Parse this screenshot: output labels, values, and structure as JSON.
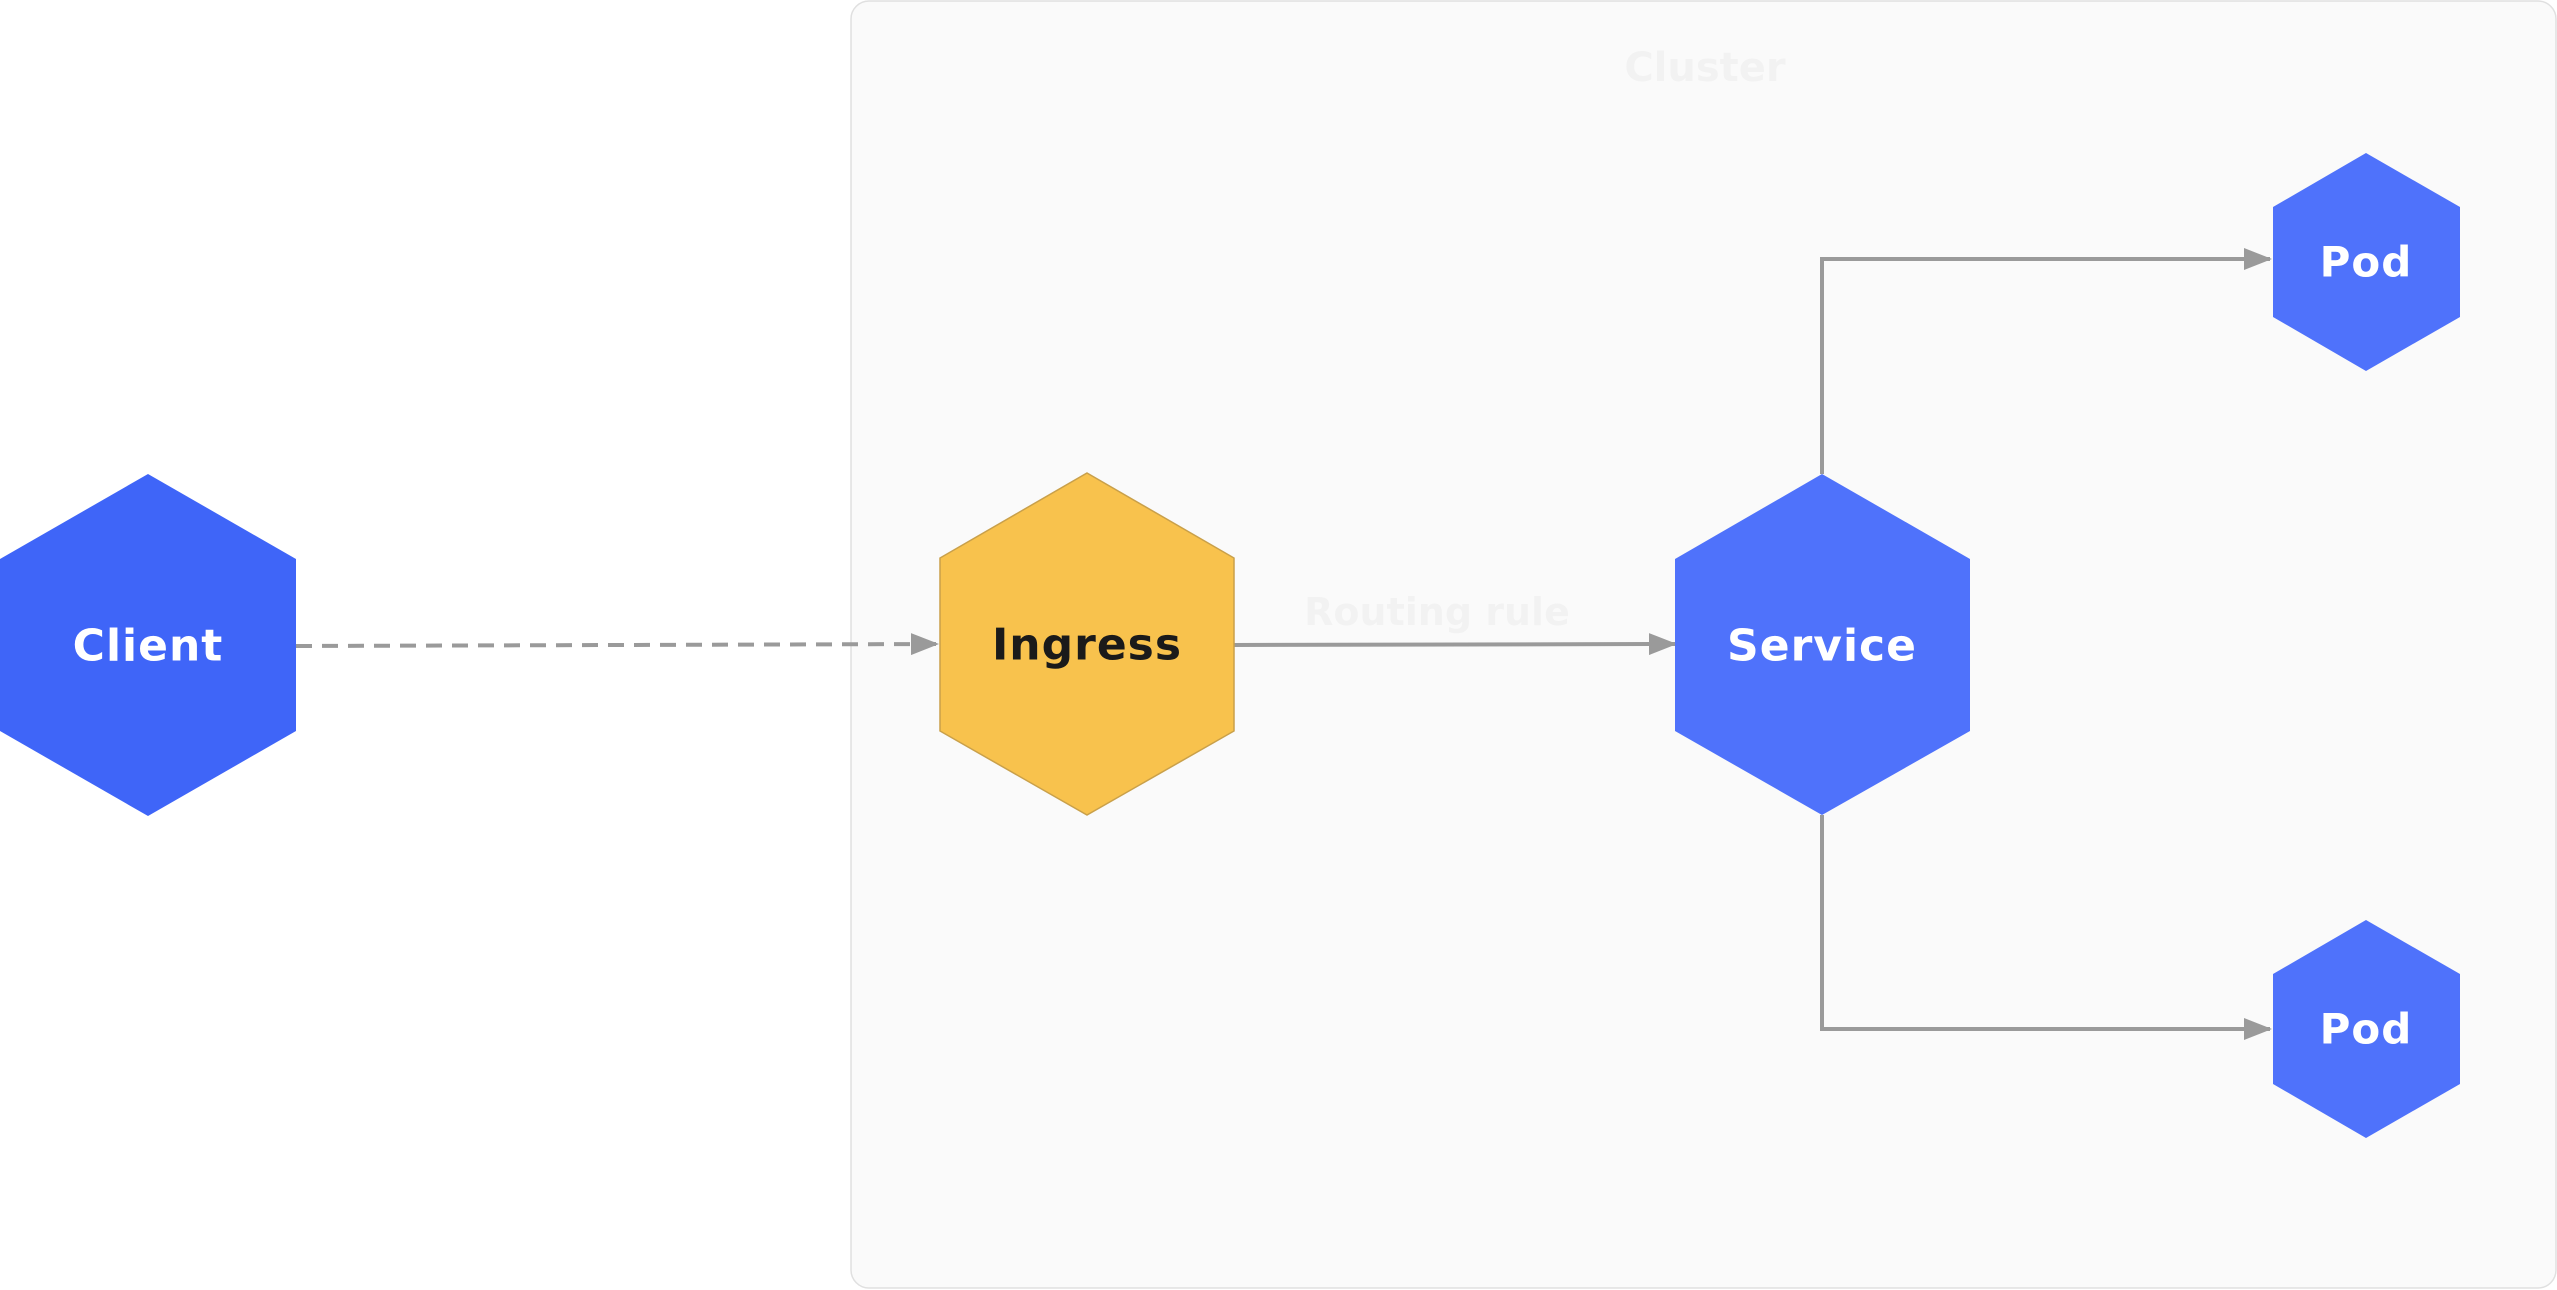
{
  "cluster": {
    "label": "Cluster",
    "fill": "#fafafa",
    "border": "#e0e0e0"
  },
  "nodes": {
    "client": {
      "label": "Client",
      "fill": "#3f65f8",
      "text_color": "#ffffff",
      "shape": "hexagon"
    },
    "ingress": {
      "label": "Ingress",
      "fill": "#f8c24d",
      "text_color": "#1a1a1a",
      "shape": "hexagon"
    },
    "service": {
      "label": "Service",
      "fill": "#4f72fb",
      "text_color": "#ffffff",
      "shape": "hexagon"
    },
    "pod_top": {
      "label": "Pod",
      "fill": "#4f72fb",
      "text_color": "#ffffff",
      "shape": "hexagon"
    },
    "pod_bottom": {
      "label": "Pod",
      "fill": "#4f72fb",
      "text_color": "#ffffff",
      "shape": "hexagon"
    }
  },
  "edges": [
    {
      "from": "client",
      "to": "ingress",
      "style": "dashed",
      "label": ""
    },
    {
      "from": "ingress",
      "to": "service",
      "style": "solid",
      "label": "Routing rule"
    },
    {
      "from": "service",
      "to": "pod_top",
      "style": "solid",
      "label": ""
    },
    {
      "from": "service",
      "to": "pod_bottom",
      "style": "solid",
      "label": ""
    }
  ],
  "edge_color": "#9a9a9a"
}
